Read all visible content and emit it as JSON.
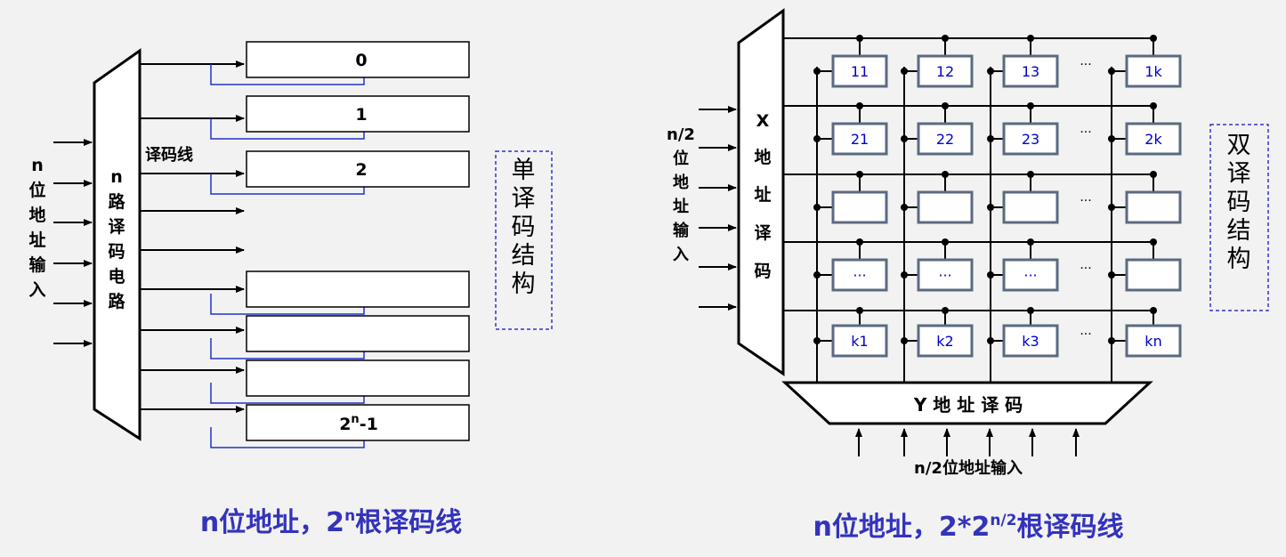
{
  "left": {
    "input_label": [
      "n",
      "位",
      "地",
      "址",
      "输",
      "入"
    ],
    "decoder_label": [
      "n",
      "路",
      "译",
      "码",
      "电",
      "路"
    ],
    "line_label": "译码线",
    "cell_labels": [
      "0",
      "1",
      "2",
      "",
      "",
      "",
      ""
    ],
    "last_base": "2",
    "last_sup": "n",
    "last_tail": "-1",
    "structure_label": [
      "单",
      "译",
      "码",
      "结",
      "构"
    ],
    "caption": {
      "pre": "n位地址，2",
      "sup": "n",
      "post": "根译码线"
    }
  },
  "right": {
    "input_label": [
      "n/2",
      "位",
      "地",
      "址",
      "输",
      "入"
    ],
    "x_decoder_label": [
      "X",
      "地",
      "址",
      "译",
      "码"
    ],
    "y_decoder_label": "Y 地 址 译 码",
    "bottom_input_label": "n/2位地址输入",
    "ellipsis": "···",
    "grid_rows": [
      [
        "11",
        "12",
        "13",
        "1k"
      ],
      [
        "21",
        "22",
        "23",
        "2k"
      ],
      [
        "",
        "",
        "",
        ""
      ],
      [
        "···",
        "···",
        "···",
        ""
      ],
      [
        "k1",
        "k2",
        "k3",
        "kn"
      ]
    ],
    "structure_label": [
      "双",
      "译",
      "码",
      "结",
      "构"
    ],
    "caption": {
      "pre": "n位地址，2*2",
      "sup": "n/2",
      "post": "根译码线"
    }
  }
}
